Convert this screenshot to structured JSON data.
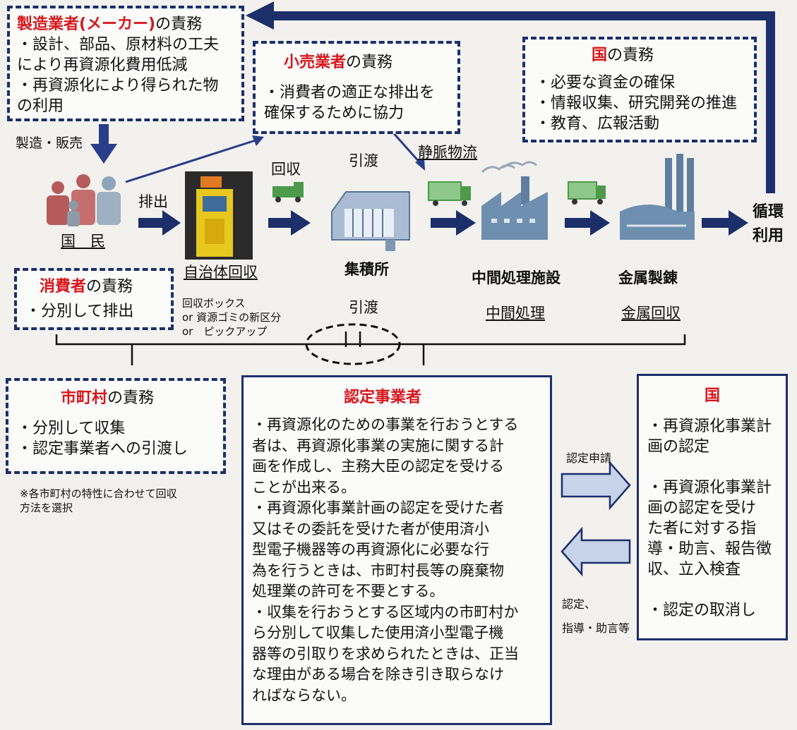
{
  "manufacturer": {
    "title_red": "製造業者(メーカー)",
    "title_rest": "の責務",
    "lines": [
      "・設計、部品、原材料の工夫",
      "により再資源化費用低減",
      "・再資源化により得られた物",
      "の利用"
    ]
  },
  "retailer": {
    "title_red": "小売業者",
    "title_rest": "の責務",
    "lines": [
      "・消費者の適正な排出を",
      "確保するために協力"
    ]
  },
  "country_top": {
    "title_red": "国",
    "title_rest": "の責務",
    "lines": [
      "・必要な資金の確保",
      "・情報収集、研究開発の推進",
      "・教育、広報活動"
    ]
  },
  "consumer": {
    "title_red": "消費者",
    "title_rest": "の責務",
    "lines": [
      "・分別して排出"
    ]
  },
  "municipality": {
    "title_red": "市町村",
    "title_rest": "の責務",
    "lines": [
      "・分別して収集",
      "・認定事業者への引渡し"
    ],
    "note": [
      "※各市町村の特性に合わせて回収",
      "方法を選択"
    ]
  },
  "certified": {
    "title": "認定事業者",
    "lines": [
      "・再資源化のための事業を行おうとする",
      "者は、再資源化事業の実施に関する計",
      "画を作成し、主務大臣の認定を受ける",
      "ことが出来る。",
      "・再資源化事業計画の認定を受けた者",
      "又はその委託を受けた者が使用済小",
      "型電子機器等の再資源化に必要な行",
      "為を行うときは、市町村長等の廃棄物",
      "処理業の許可を不要とする。",
      "・収集を行おうとする区域内の市町村か",
      "ら分別して収集した使用済小型電子機",
      "器等の引取りを求められたときは、正当",
      "な理由がある場合を除き引き取らなけ",
      "ればならない。"
    ]
  },
  "country_right": {
    "title": "国",
    "lines": [
      "・再資源化事業計",
      "画の認定",
      "",
      "・再資源化事業計",
      "画の認定を受け",
      "た者に対する指",
      "導・助言、報告徴",
      "収、立入検査",
      "",
      "・認定の取消し"
    ]
  },
  "flow": {
    "seizo_hanbai": "製造・販売",
    "kokumin": "国　民",
    "haishutsu": "排出",
    "jichitai": "自治体回収",
    "kaishu_options": [
      "回収ボックス",
      "or 資源ゴミの新区分",
      "or　ピックアップ"
    ],
    "kaishu": "回収",
    "hikiwatashi_top": "引渡",
    "shuseki": "集積所",
    "hikiwatashi_bottom": "引渡",
    "jomyaku": "静脈物流",
    "chukan": "中間処理施設",
    "chukan_sub": "中間処理",
    "kinzoku": "金属製錬",
    "kinzoku_sub": "金属回収",
    "junkan": [
      "循環",
      "利用"
    ]
  },
  "arrows": {
    "nintei_shinsei": "認定申請",
    "nintei_shido": [
      "認定、",
      "指導・助言等"
    ]
  },
  "colors": {
    "navy": "#1c2f6b",
    "red": "#d8161b",
    "truck_green": "#4c9a4a",
    "factory_blue": "#6f8fb0"
  }
}
